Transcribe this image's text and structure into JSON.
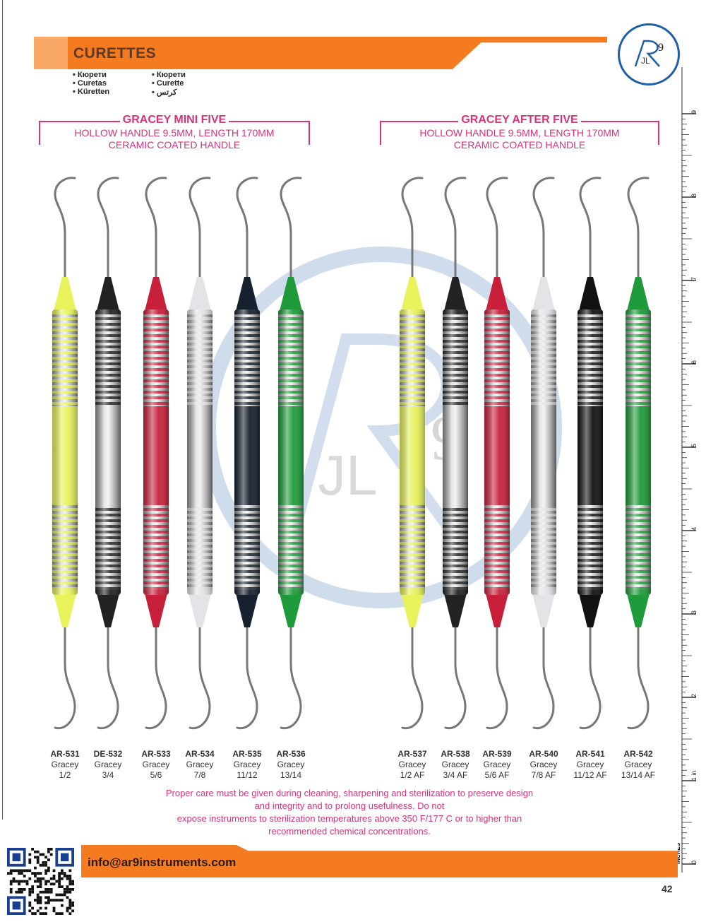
{
  "header": {
    "title": "CURETTES",
    "translations_col1": [
      "Кюрети",
      "Curetas",
      "Küretten"
    ],
    "translations_col2": [
      "Кюрети",
      "Curette",
      "كرتس"
    ]
  },
  "brand": {
    "logo_text": "AR9",
    "accent_color": "#f47b20",
    "highlight_color": "#d6337a",
    "logo_color": "#1f5ea8"
  },
  "groups": [
    {
      "title": "GRACEY MINI FIVE",
      "line1": "HOLLOW HANDLE 9.5MM, LENGTH 170MM",
      "line2": "CERAMIC COATED HANDLE"
    },
    {
      "title": "GRACEY AFTER FIVE",
      "line1": "HOLLOW HANDLE 9.5MM, LENGTH 170MM",
      "line2": "CERAMIC COATED HANDLE"
    }
  ],
  "instruments": [
    {
      "code": "AR-531",
      "name": "Gracey",
      "size": "1/2",
      "color": "#e8f25a"
    },
    {
      "code": "DE-532",
      "name": "Gracey",
      "size": "3/4",
      "color": "#222222"
    },
    {
      "code": "AR-533",
      "name": "Gracey",
      "size": "5/6",
      "color": "#c8203a"
    },
    {
      "code": "AR-534",
      "name": "Gracey",
      "size": "7/8",
      "color": "#e3e3e8"
    },
    {
      "code": "AR-535",
      "name": "Gracey",
      "size": "11/12",
      "color": "#16202e"
    },
    {
      "code": "AR-536",
      "name": "Gracey",
      "size": "13/14",
      "color": "#1f9a3a"
    },
    {
      "code": "AR-537",
      "name": "Gracey",
      "size": "1/2 AF",
      "color": "#e8f25a"
    },
    {
      "code": "AR-538",
      "name": "Gracey",
      "size": "3/4 AF",
      "color": "#222222"
    },
    {
      "code": "AR-539",
      "name": "Gracey",
      "size": "5/6 AF",
      "color": "#c8203a"
    },
    {
      "code": "AR-540",
      "name": "Gracey",
      "size": "7/8 AF",
      "color": "#e3e3e8"
    },
    {
      "code": "AR-541",
      "name": "Gracey",
      "size": "11/12 AF",
      "color": "#111111"
    },
    {
      "code": "AR-542",
      "name": "Gracey",
      "size": "13/14 AF",
      "color": "#1f9a3a"
    }
  ],
  "care_note": {
    "line1": "Proper care must be given during cleaning, sharpening and sterilization to preserve design",
    "line2": "and integrity and to prolong usefulness. Do not",
    "line3": "expose instruments to sterilization temperatures above 350 F/177 C or to higher than",
    "line4": "recommended chemical concentrations."
  },
  "ruler": {
    "unit_label": "INCHES",
    "marks": [
      "0",
      "1 in",
      "2",
      "3",
      "4",
      "5",
      "6",
      "7",
      "8",
      "9"
    ]
  },
  "footer": {
    "email": "info@ar9instruments.com",
    "page_number": "42"
  }
}
